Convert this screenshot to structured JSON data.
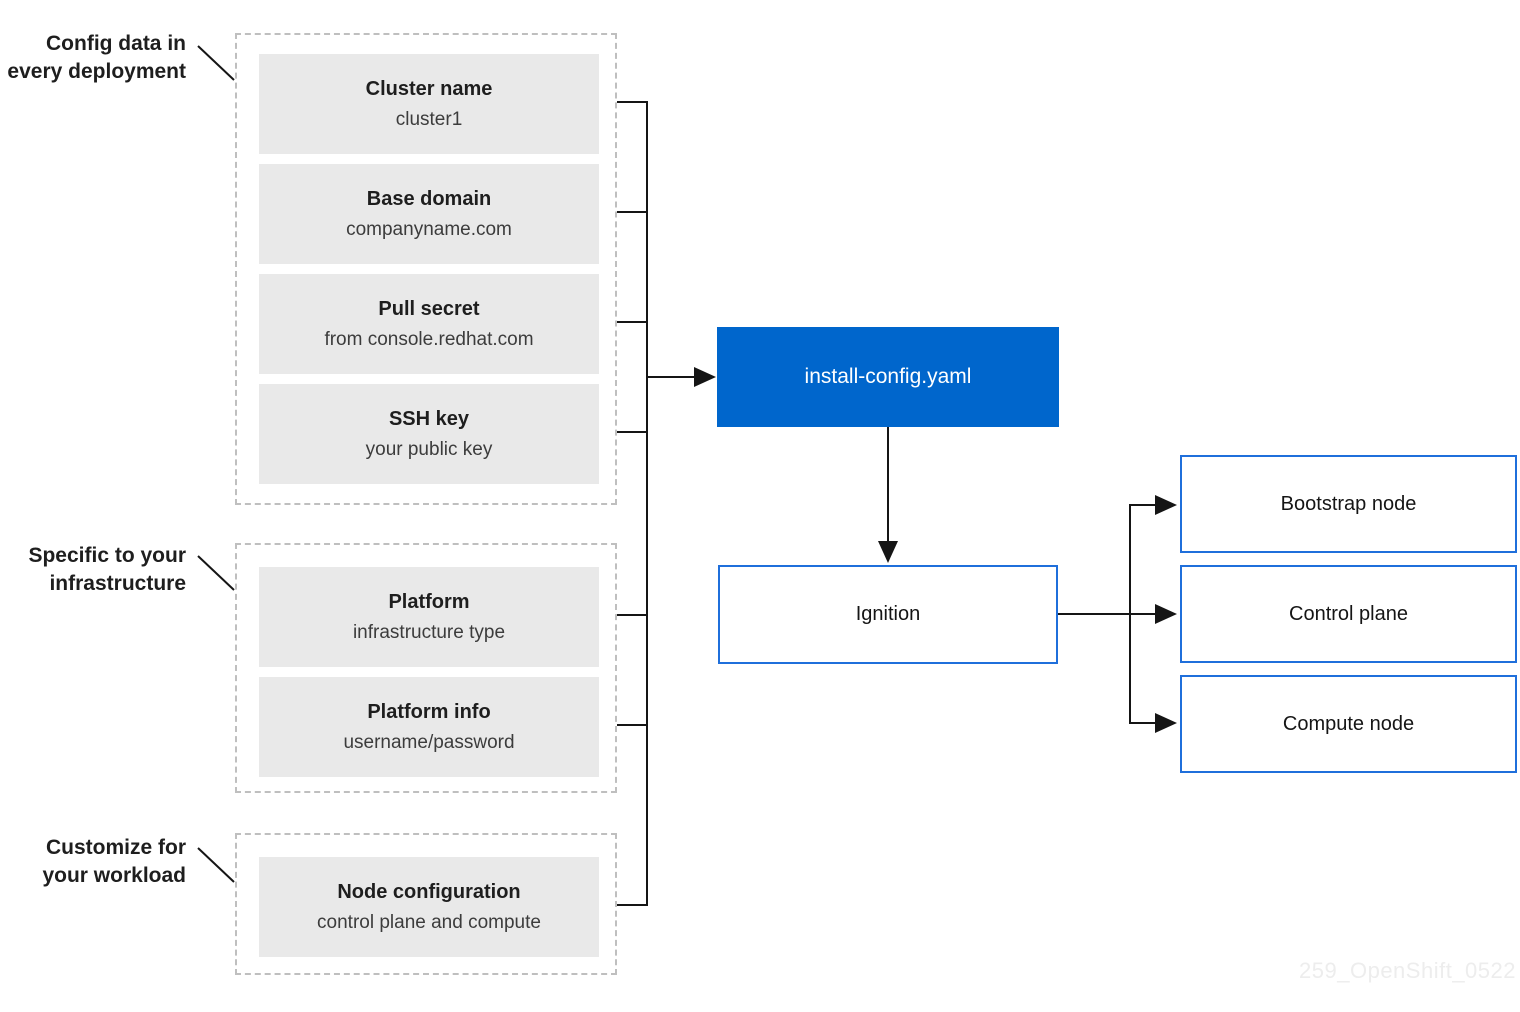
{
  "colors": {
    "accent_blue": "#0066cc",
    "outline_blue": "#1f6fdb",
    "node_gray": "#e9e9e9",
    "line_black": "#151515",
    "dashed_gray": "#bfbfbf"
  },
  "groups": [
    {
      "label": [
        "Config data in",
        "every deployment"
      ],
      "boxes": [
        {
          "title": "Cluster name",
          "subtitle": "cluster1"
        },
        {
          "title": "Base domain",
          "subtitle": "companyname.com"
        },
        {
          "title": "Pull secret",
          "subtitle": "from console.redhat.com"
        },
        {
          "title": "SSH key",
          "subtitle": "your public key"
        }
      ]
    },
    {
      "label": [
        "Specific to your",
        "infrastructure"
      ],
      "boxes": [
        {
          "title": "Platform",
          "subtitle": "infrastructure type"
        },
        {
          "title": "Platform info",
          "subtitle": "username/password"
        }
      ]
    },
    {
      "label": [
        "Customize for",
        "your workload"
      ],
      "boxes": [
        {
          "title": "Node configuration",
          "subtitle": "control plane and compute"
        }
      ]
    }
  ],
  "flow": {
    "install_config": "install-config.yaml",
    "ignition": "Ignition",
    "outputs": [
      "Bootstrap node",
      "Control plane",
      "Compute node"
    ]
  },
  "watermark": "259_OpenShift_0522"
}
